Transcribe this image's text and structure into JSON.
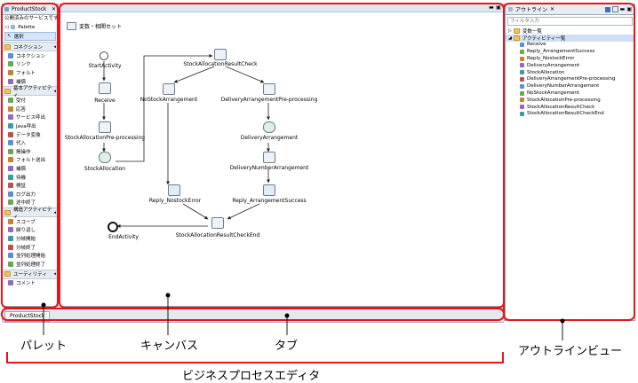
{
  "palette": {
    "tab_title": "ProductStock",
    "description": "公開済みのサービスです。",
    "header": "Palette",
    "select_label": "選択",
    "groups": [
      {
        "title": "コネクション",
        "items": [
          "コネクション",
          "リンク",
          "フォルト",
          "補償"
        ]
      },
      {
        "title": "基本アクティビティ",
        "items": [
          "受付",
          "応答",
          "サービス呼出",
          "Java呼出",
          "データ変換",
          "代入",
          "無操作",
          "フォルト送出",
          "補償",
          "待機",
          "検証",
          "ログ出力",
          "途中終了"
        ]
      },
      {
        "title": "構造アクティビティ",
        "items": [
          "スコープ",
          "繰り返し",
          "分岐開始",
          "分岐終了",
          "並列処理開始",
          "並列処理終了"
        ]
      },
      {
        "title": "ユーティリティ",
        "items": [
          "コメント"
        ]
      }
    ]
  },
  "editor": {
    "variables_label": "変数・相関セット",
    "tab_label": "ProductStock",
    "nodes": {
      "start": "StartActivity",
      "receive": "Receive",
      "preproc": "StockAllocationPre-processing",
      "stock": "StockAllocation",
      "check": "StockAllocationResultCheck",
      "nostock": "NoStockArrangement",
      "delivpre": "DeliveryArrangementPre-processing",
      "deliv": "DeliveryArrangement",
      "delivnum": "DeliveryNumberArrangement",
      "replyerr": "Reply_NostockError",
      "replysucc": "Reply_ArrangementSuccess",
      "checkend": "StockAllocationResultCheckEnd",
      "end": "EndActivity"
    }
  },
  "outline": {
    "tab_title": "アウトライン",
    "filter_placeholder": "フィルタ入力",
    "root_items": [
      "変数一覧",
      "アクティビティ一覧"
    ],
    "activities": [
      "Receive",
      "Reply_ArrangementSuccess",
      "Reply_NostockError",
      "DeliveryArrangement",
      "StockAllocation",
      "DeliveryArrangementPre-processing",
      "DeliveryNumberArrangement",
      "NoStockArrangement",
      "StockAllocationPre-processing",
      "StockAllocationResultCheck",
      "StockAllocationResultCheckEnd"
    ]
  },
  "annotations": {
    "palette": "パレット",
    "canvas": "キャンバス",
    "tab": "タブ",
    "outline": "アウトラインビュー",
    "editor": "ビジネスプロセスエディタ"
  },
  "colors": {
    "callout": "#e8141c",
    "panel_border": "#9aa7b8",
    "selection": "#cfe0f5"
  }
}
